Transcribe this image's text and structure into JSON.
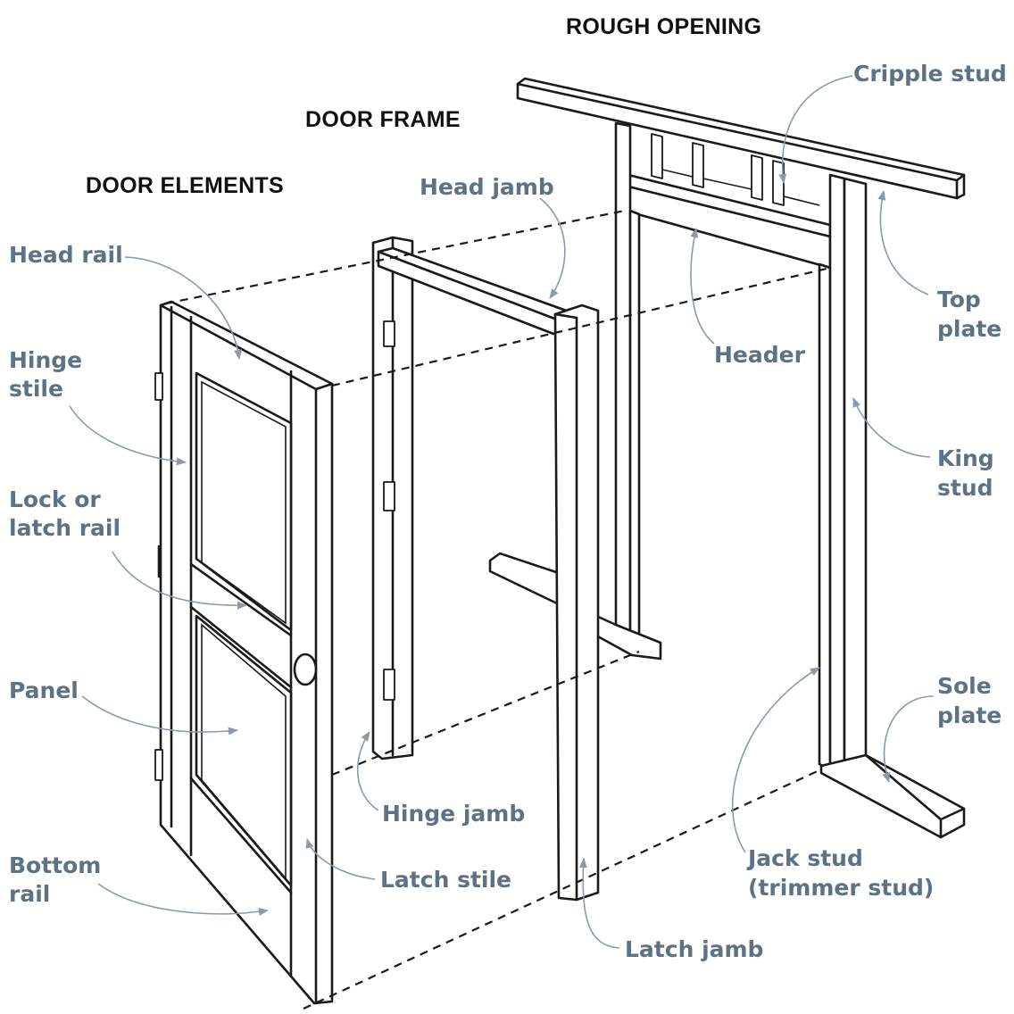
{
  "headings": {
    "rough_opening": "ROUGH OPENING",
    "door_frame": "DOOR FRAME",
    "door_elements": "DOOR ELEMENTS"
  },
  "labels": {
    "cripple_stud": "Cripple stud",
    "head_jamb": "Head jamb",
    "head_rail": "Head rail",
    "top_plate_1": "Top",
    "top_plate_2": "plate",
    "header": "Header",
    "hinge_stile_1": "Hinge",
    "hinge_stile_2": "stile",
    "king_stud_1": "King",
    "king_stud_2": "stud",
    "lock_rail_1": "Lock or",
    "lock_rail_2": "latch rail",
    "panel": "Panel",
    "sole_plate_1": "Sole",
    "sole_plate_2": "plate",
    "hinge_jamb": "Hinge jamb",
    "jack_stud_1": "Jack stud",
    "jack_stud_2": "(trimmer stud)",
    "bottom_rail_1": "Bottom",
    "bottom_rail_2": "rail",
    "latch_stile": "Latch stile",
    "latch_jamb": "Latch jamb"
  }
}
